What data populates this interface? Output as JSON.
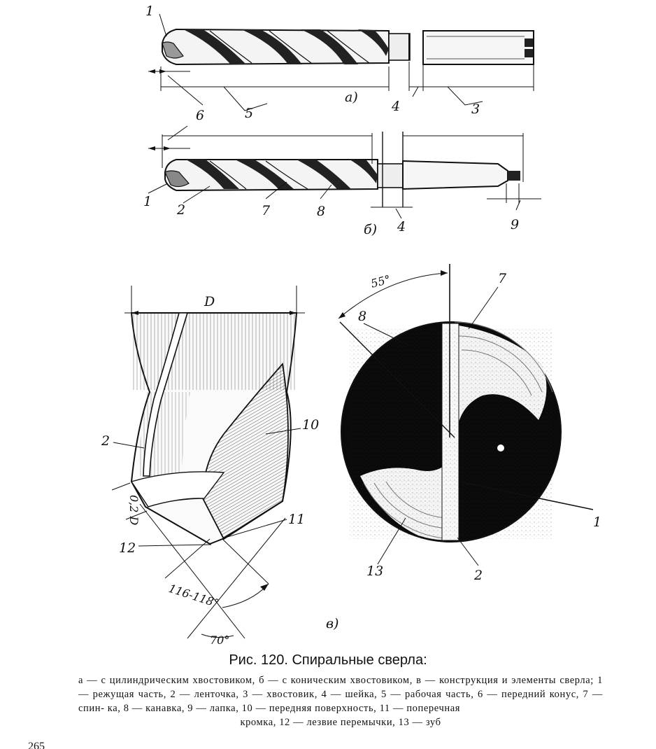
{
  "figure": {
    "subfig_a": "а)",
    "subfig_b": "б)",
    "subfig_c": "в)",
    "dimension_D": "D",
    "dimension_02D": "0,2 D",
    "angle_55": "55°",
    "angle_116_118": "116-118°",
    "angle_70": "70°",
    "parts": {
      "p1": "1",
      "p2": "2",
      "p3": "3",
      "p4": "4",
      "p5": "5",
      "p6": "6",
      "p7": "7",
      "p8": "8",
      "p9": "9",
      "p10": "10",
      "p11": "11",
      "p12": "12",
      "p13": "13"
    }
  },
  "caption": {
    "title": "Рис. 120. Спиральные сверла:",
    "line1": "а — с цилиндрическим хвостовиком, б — с коническим хвостовиком,",
    "line2": "в — конструкция и элементы сверла; 1 — режущая часть, 2 — ленточка,",
    "line3": "3 — хвостовик, 4 — шейка, 5 — рабочая часть, 6 — передний конус, 7 — спин-",
    "line4": "ка, 8 — канавка, 9 — лапка, 10 — передняя поверхность, 11 — поперечная",
    "line5": "кромка, 12 — лезвие перемычки, 13 — зуб"
  },
  "page_number": "265"
}
